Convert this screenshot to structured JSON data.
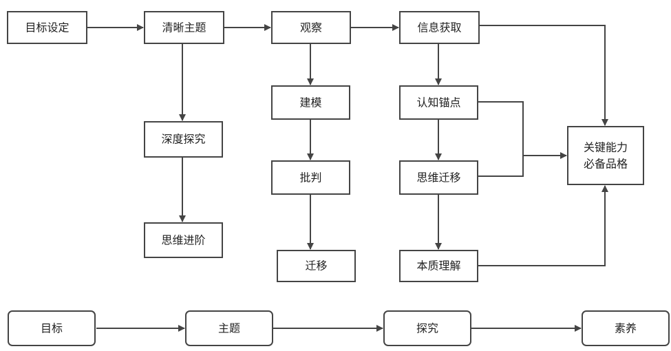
{
  "nodes": {
    "goal": "目标设定",
    "clear_theme": "清晰主题",
    "observe": "观察",
    "info": "信息获取",
    "deep_explore": "深度探究",
    "thinking_advance": "思维进阶",
    "model": "建模",
    "critique": "批判",
    "transfer_a": "迁移",
    "cognitive_anchor": "认知锚点",
    "thinking_transfer": "思维迁移",
    "essence": "本质理解",
    "key_line1": "关键能力",
    "key_line2": "必备品格",
    "b_goal": "目标",
    "b_theme": "主题",
    "b_explore": "探究",
    "b_literacy": "素养"
  }
}
